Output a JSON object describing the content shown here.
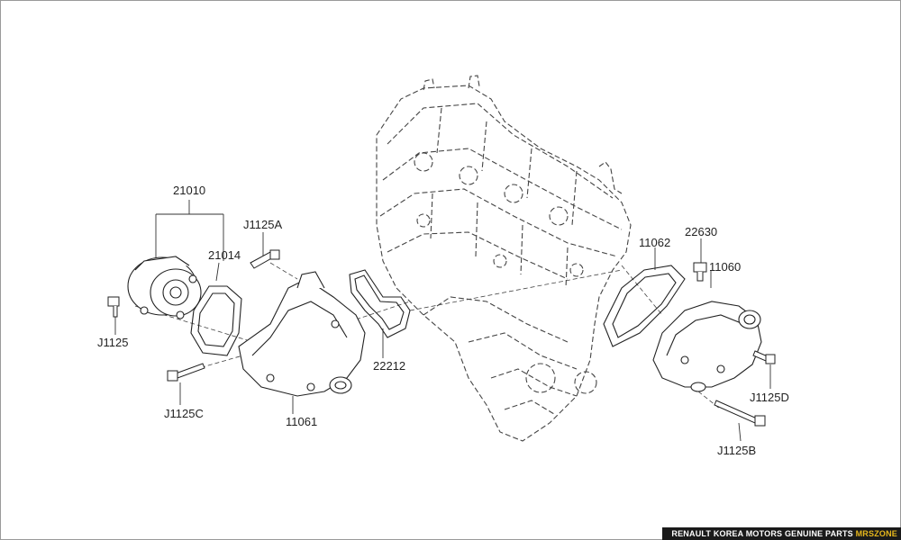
{
  "labels": {
    "p21010": "21010",
    "p21014": "21014",
    "pJ1125A": "J1125A",
    "pJ1125": "J1125",
    "pJ1125C": "J1125C",
    "p11061": "11061",
    "p22212": "22212",
    "p11062": "11062",
    "p22630": "22630",
    "p11060": "11060",
    "pJ1125D": "J1125D",
    "pJ1125B": "J1125B"
  },
  "footer": {
    "text": "RENAULT KOREA MOTORS GENUINE PARTS",
    "brand": "MRSZONE"
  },
  "colors": {
    "line": "#333333",
    "accent": "#e8b81c",
    "footer_bg": "#1a1a1a"
  }
}
